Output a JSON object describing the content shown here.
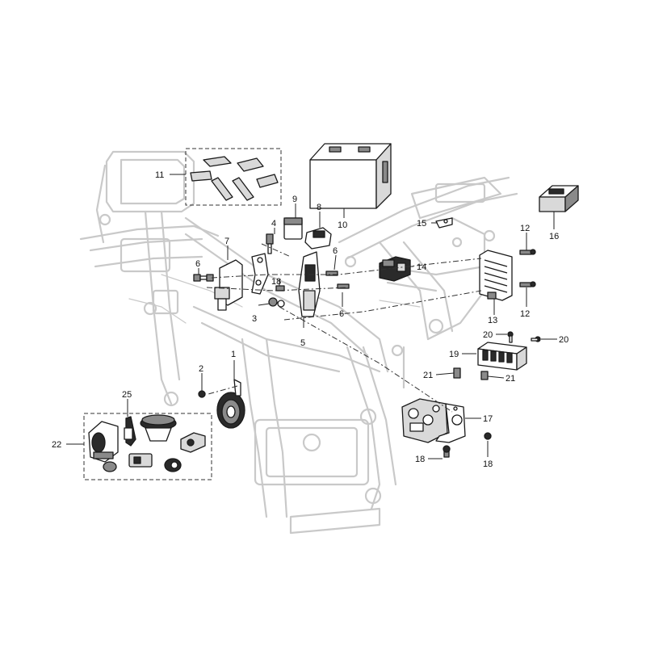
{
  "diagram": {
    "callouts": [
      {
        "id": "c1",
        "text": "1"
      },
      {
        "id": "c2",
        "text": "2"
      },
      {
        "id": "c3",
        "text": "3"
      },
      {
        "id": "c4",
        "text": "4"
      },
      {
        "id": "c5",
        "text": "5"
      },
      {
        "id": "c6a",
        "text": "6"
      },
      {
        "id": "c6b",
        "text": "6"
      },
      {
        "id": "c6c",
        "text": "6"
      },
      {
        "id": "c7",
        "text": "7"
      },
      {
        "id": "c8",
        "text": "8"
      },
      {
        "id": "c9",
        "text": "9"
      },
      {
        "id": "c10",
        "text": "10"
      },
      {
        "id": "c11",
        "text": "11"
      },
      {
        "id": "c12a",
        "text": "12"
      },
      {
        "id": "c12b",
        "text": "12"
      },
      {
        "id": "c13",
        "text": "13"
      },
      {
        "id": "c14",
        "text": "14"
      },
      {
        "id": "c15",
        "text": "15"
      },
      {
        "id": "c16",
        "text": "16"
      },
      {
        "id": "c17",
        "text": "17"
      },
      {
        "id": "c18a",
        "text": "18"
      },
      {
        "id": "c18b",
        "text": "18"
      },
      {
        "id": "c18c",
        "text": "18"
      },
      {
        "id": "c19",
        "text": "19"
      },
      {
        "id": "c20a",
        "text": "20"
      },
      {
        "id": "c20b",
        "text": "20"
      },
      {
        "id": "c21a",
        "text": "21"
      },
      {
        "id": "c21b",
        "text": "21"
      },
      {
        "id": "c22",
        "text": "22"
      },
      {
        "id": "c25",
        "text": "25"
      }
    ]
  }
}
